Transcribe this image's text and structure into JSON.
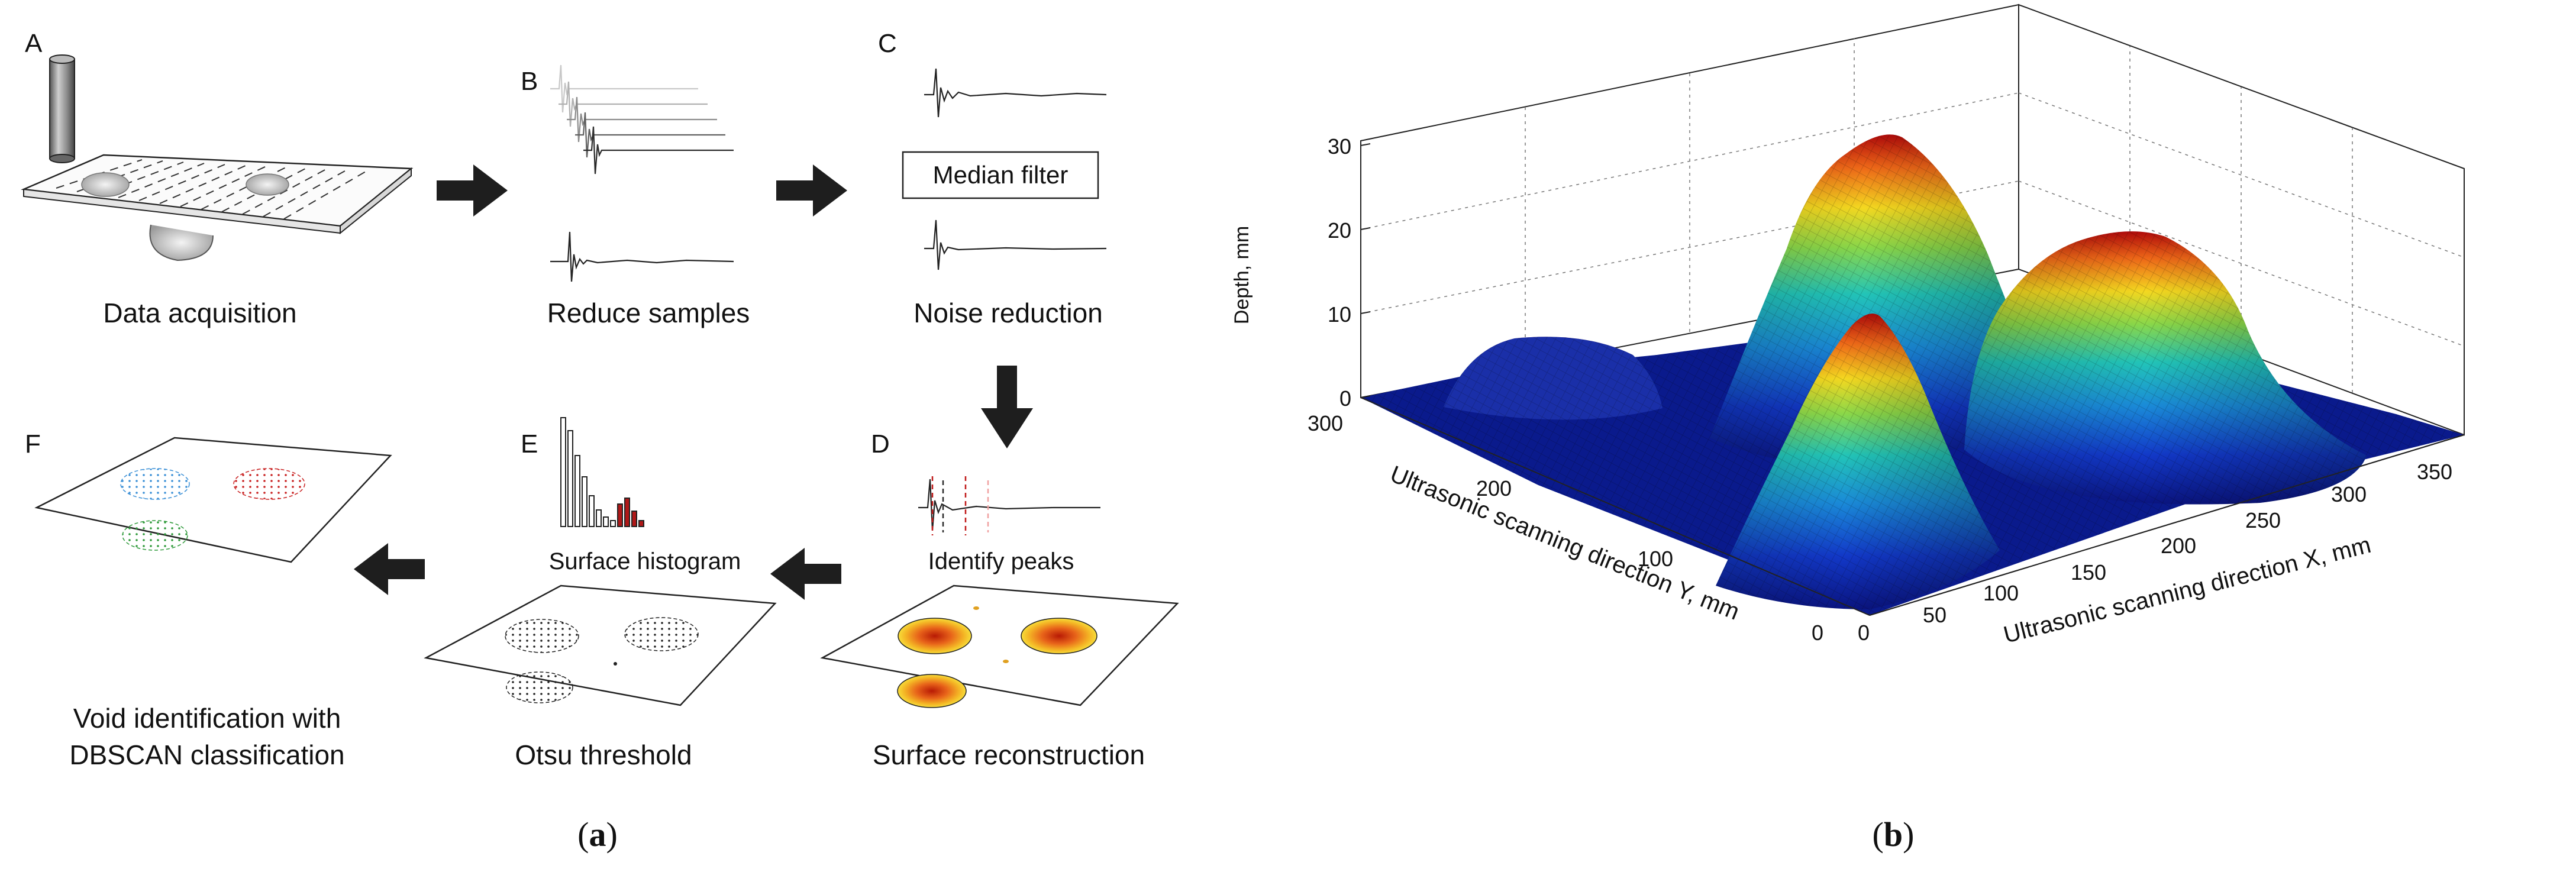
{
  "panel_a": {
    "steps": {
      "A": {
        "letter": "A",
        "caption": "Data acquisition"
      },
      "B": {
        "letter": "B",
        "caption": "Reduce samples"
      },
      "C": {
        "letter": "C",
        "caption": "Noise reduction",
        "filter_label": "Median filter"
      },
      "D": {
        "letter": "D",
        "caption": "Surface reconstruction",
        "sub_label": "Identify peaks"
      },
      "E": {
        "letter": "E",
        "caption": "Otsu threshold",
        "sub_label": "Surface histogram"
      },
      "F": {
        "letter": "F",
        "caption_line1": "Void identification with",
        "caption_line2": "DBSCAN classification"
      }
    },
    "subfigure_label_open": "(",
    "subfigure_label_letter": "a",
    "subfigure_label_close": ")"
  },
  "panel_b": {
    "z_axis_label": "Depth, mm",
    "x_axis_label": "Ultrasonic scanning direction X, mm",
    "y_axis_label": "Ultrasonic scanning direction Y, mm",
    "z_ticks": [
      "0",
      "10",
      "20",
      "30"
    ],
    "x_ticks": [
      "0",
      "50",
      "100",
      "150",
      "200",
      "250",
      "300",
      "350"
    ],
    "y_ticks": [
      "0",
      "100",
      "200",
      "300"
    ],
    "subfigure_label_open": "(",
    "subfigure_label_letter": "b",
    "subfigure_label_close": ")"
  },
  "colors": {
    "arrow": "#1e1e1e",
    "surface_low": "#0a1a8c",
    "surface_high": "#b01010",
    "void_red": "#c82020",
    "void_blue": "#3a8fd6",
    "void_green": "#2f9a3a",
    "heat_center": "#d83a10",
    "heat_edge": "#f6d020"
  }
}
